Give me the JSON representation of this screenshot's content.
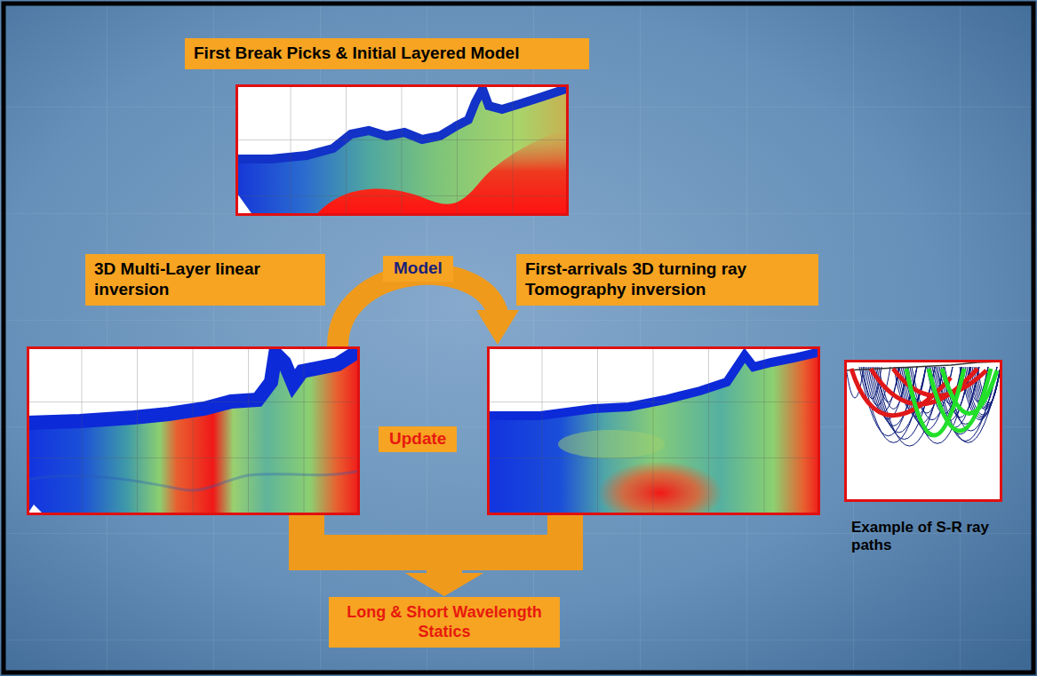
{
  "diagram": {
    "nodes": [
      {
        "text": [
          "First Break Picks & Initial Layered Model"
        ]
      },
      {
        "text": [
          "3D Multi-Layer linear inversion"
        ]
      },
      {
        "text": [
          "First-arrivals 3D turning ray Tomography inversion"
        ]
      },
      {
        "text": [
          "Example of S-R ray paths"
        ]
      },
      {
        "text": [
          "Long & Short Wavelength Statics"
        ]
      }
    ],
    "edges": [
      {
        "from": 1,
        "to": 2,
        "arrow": "to",
        "label": "Model"
      },
      {
        "from": 1,
        "to": 4,
        "arrow": "to"
      },
      {
        "from": 2,
        "to": 4,
        "arrow": "to"
      }
    ],
    "labels": [
      "Update"
    ]
  }
}
